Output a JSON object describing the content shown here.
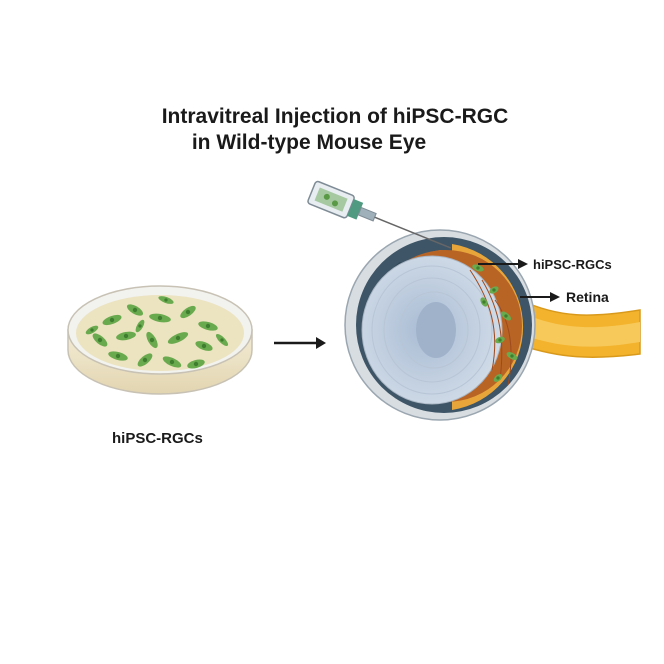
{
  "title": {
    "line1": "Intravitreal Injection of hiPSC-RGC",
    "line2": "in Wild-type Mouse Eye"
  },
  "labels": {
    "dish": "hiPSC-RGCs",
    "injected_cells": "hiPSC-RGCs",
    "retina": "Retina"
  },
  "colors": {
    "cell_green": "#6aaa4e",
    "cell_nucleus": "#3f7d2f",
    "medium": "#ece3c0",
    "sclera": "#4a6b80",
    "lens": "#c5d3e2",
    "retina_orange": "#c9742a",
    "optic_nerve": "#f3b32c"
  },
  "icons": [
    "petri-dish-icon",
    "arrow-right-icon",
    "syringe-icon",
    "eye-cross-section-icon"
  ]
}
